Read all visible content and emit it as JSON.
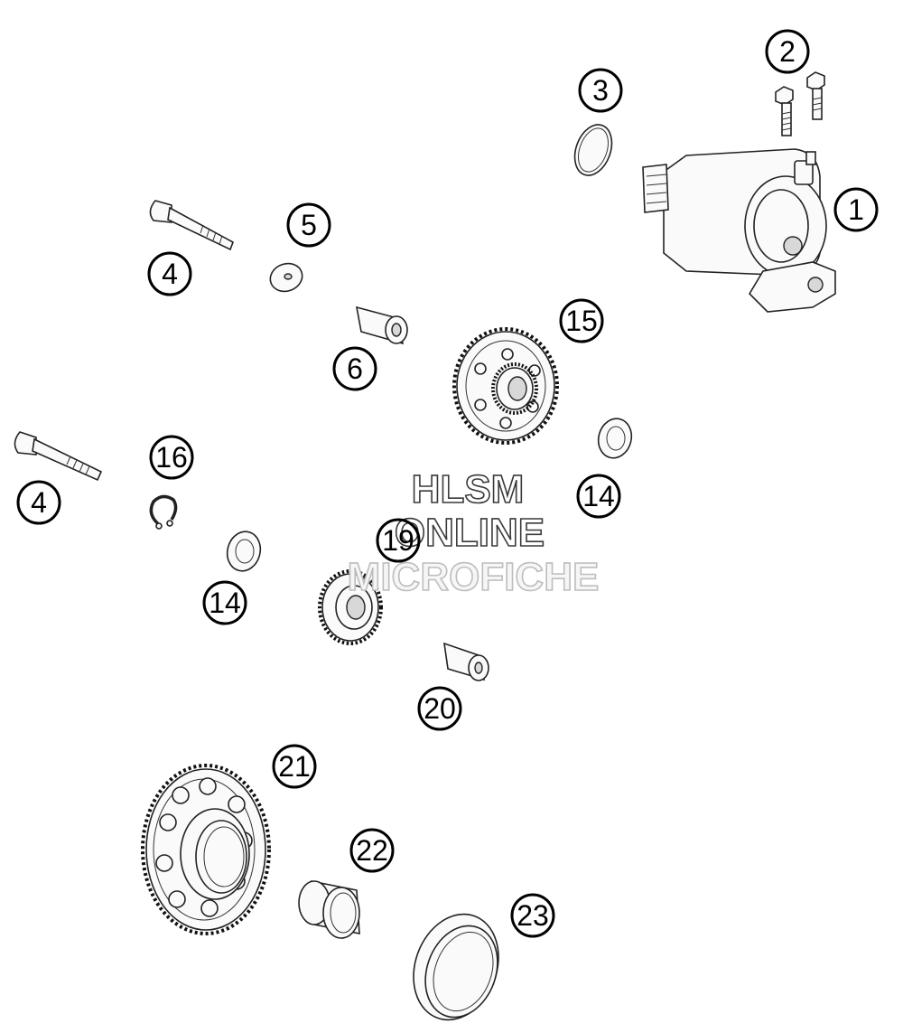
{
  "callouts": [
    {
      "id": "c1",
      "label": "1"
    },
    {
      "id": "c2",
      "label": "2"
    },
    {
      "id": "c3",
      "label": "3"
    },
    {
      "id": "c4a",
      "label": "4"
    },
    {
      "id": "c4b",
      "label": "4"
    },
    {
      "id": "c5",
      "label": "5"
    },
    {
      "id": "c6",
      "label": "6"
    },
    {
      "id": "c14a",
      "label": "14"
    },
    {
      "id": "c14b",
      "label": "14"
    },
    {
      "id": "c15",
      "label": "15"
    },
    {
      "id": "c16",
      "label": "16"
    },
    {
      "id": "c19",
      "label": "19"
    },
    {
      "id": "c20",
      "label": "20"
    },
    {
      "id": "c21",
      "label": "21"
    },
    {
      "id": "c22",
      "label": "22"
    },
    {
      "id": "c23",
      "label": "23"
    }
  ],
  "watermark": {
    "line1": "HLSM",
    "line2": "ONLINE",
    "line3": "MICROFICHE"
  }
}
